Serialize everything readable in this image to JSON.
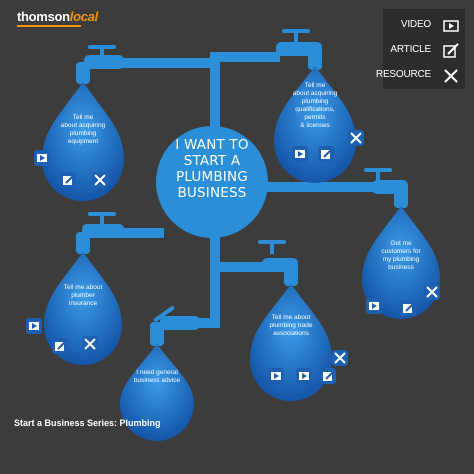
{
  "brand": {
    "logo_part1": "thomson",
    "logo_part2": "local",
    "accent": "#f39200"
  },
  "legend": {
    "video_label": "VIDEO",
    "article_label": "ARTICLE",
    "resource_label": "RESOURCE"
  },
  "hub": {
    "lines": [
      "I WANT TO",
      "START A",
      "PLUMBING",
      "BUSINESS"
    ]
  },
  "drops": {
    "equipment": {
      "lines": [
        "Tell me",
        "about acquiring",
        "plumbing",
        "equipment"
      ]
    },
    "qualifications": {
      "lines": [
        "Tell me",
        "about acquiring",
        "plumbing",
        "qualifications,",
        "permits",
        "& licenses"
      ]
    },
    "insurance": {
      "lines": [
        "Tell me about",
        "plumber",
        "insurance"
      ]
    },
    "customers": {
      "lines": [
        "Get me",
        "customers for",
        "my plumbing",
        "business"
      ]
    },
    "associations": {
      "lines": [
        "Tell me about",
        "plumbing trade",
        "associations"
      ]
    },
    "advice": {
      "lines": [
        "I need general",
        "business advice"
      ]
    }
  },
  "footer": {
    "caption": "Start a Business Series: Plumbing"
  },
  "colors": {
    "background": "#3c3c3c",
    "pipe": "#2a8fd8",
    "drop": "#1f6fc0",
    "drop_dark": "#1a4f9a",
    "icon_bg": "#1d5fb0"
  }
}
